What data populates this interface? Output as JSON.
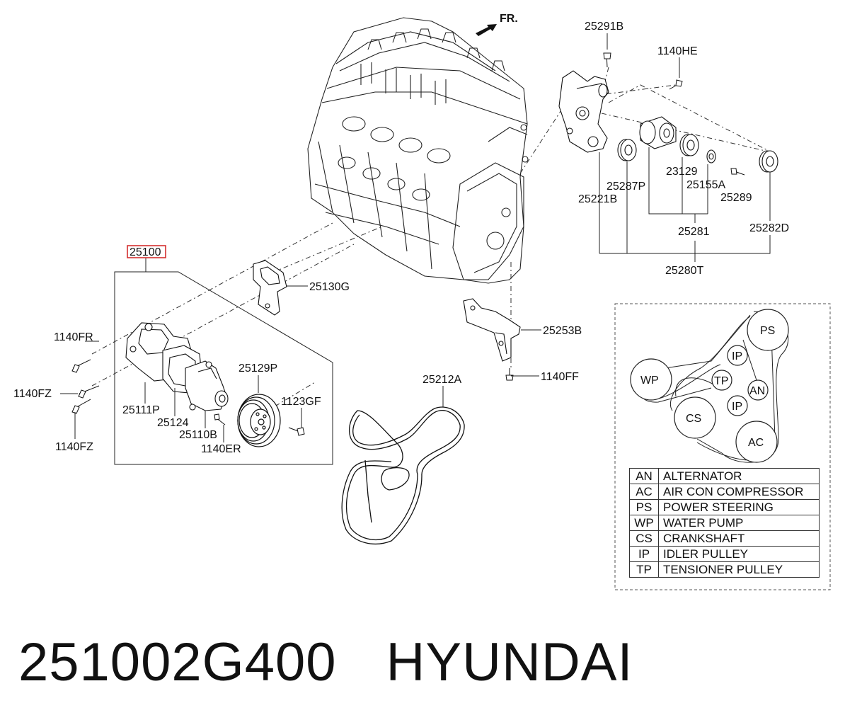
{
  "direction": {
    "label": "FR."
  },
  "labels": {
    "p25100": "25100",
    "p25130G": "25130G",
    "p1140FR": "1140FR",
    "p1140FZ_a": "1140FZ",
    "p1140FZ_b": "1140FZ",
    "p25111P": "25111P",
    "p25124": "25124",
    "p25110B": "25110B",
    "p1140ER": "1140ER",
    "p25129P": "25129P",
    "p1123GF": "1123GF",
    "p25212A": "25212A",
    "p25253B": "25253B",
    "p1140FF": "1140FF",
    "p25291B": "25291B",
    "p1140HE": "1140HE",
    "p23129": "23129",
    "p25287P": "25287P",
    "p25155A": "25155A",
    "p25221B": "25221B",
    "p25289": "25289",
    "p25281": "25281",
    "p25282D": "25282D",
    "p25280T": "25280T"
  },
  "belt_routing": {
    "pulleys": {
      "PS": "PS",
      "IP1": "IP",
      "WP": "WP",
      "TP": "TP",
      "AN": "AN",
      "IP2": "IP",
      "CS": "CS",
      "AC": "AC"
    }
  },
  "legend": [
    {
      "code": "AN",
      "desc": "ALTERNATOR"
    },
    {
      "code": "AC",
      "desc": "AIR CON COMPRESSOR"
    },
    {
      "code": "PS",
      "desc": "POWER STEERING"
    },
    {
      "code": "WP",
      "desc": "WATER PUMP"
    },
    {
      "code": "CS",
      "desc": "CRANKSHAFT"
    },
    {
      "code": "IP",
      "desc": "IDLER PULLEY"
    },
    {
      "code": "TP",
      "desc": "TENSIONER PULLEY"
    }
  ],
  "footer": {
    "part_number": "251002G400",
    "brand": "HYUNDAI"
  },
  "colors": {
    "highlight": "#d32f2f",
    "line": "#222222"
  }
}
